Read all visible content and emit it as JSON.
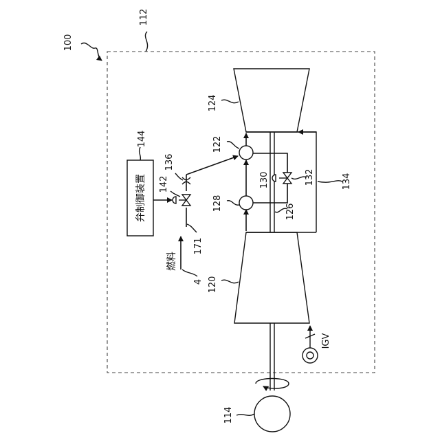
{
  "labels": {
    "system": "100",
    "enclosure": "112",
    "generator": "114",
    "compressor": "120",
    "combustor": "122",
    "turbine": "124",
    "shaft_seal": "126",
    "cavity": "128",
    "bypass_line": "130",
    "bypass_valve": "132",
    "cooling_line": "134",
    "orifice": "136",
    "fuel_valve": "142",
    "controller": "144",
    "fuel_line": "171",
    "fuel_ref": "4",
    "fuel_text": "燃料",
    "controller_text": "弁制御装置",
    "igv": "IGV"
  }
}
